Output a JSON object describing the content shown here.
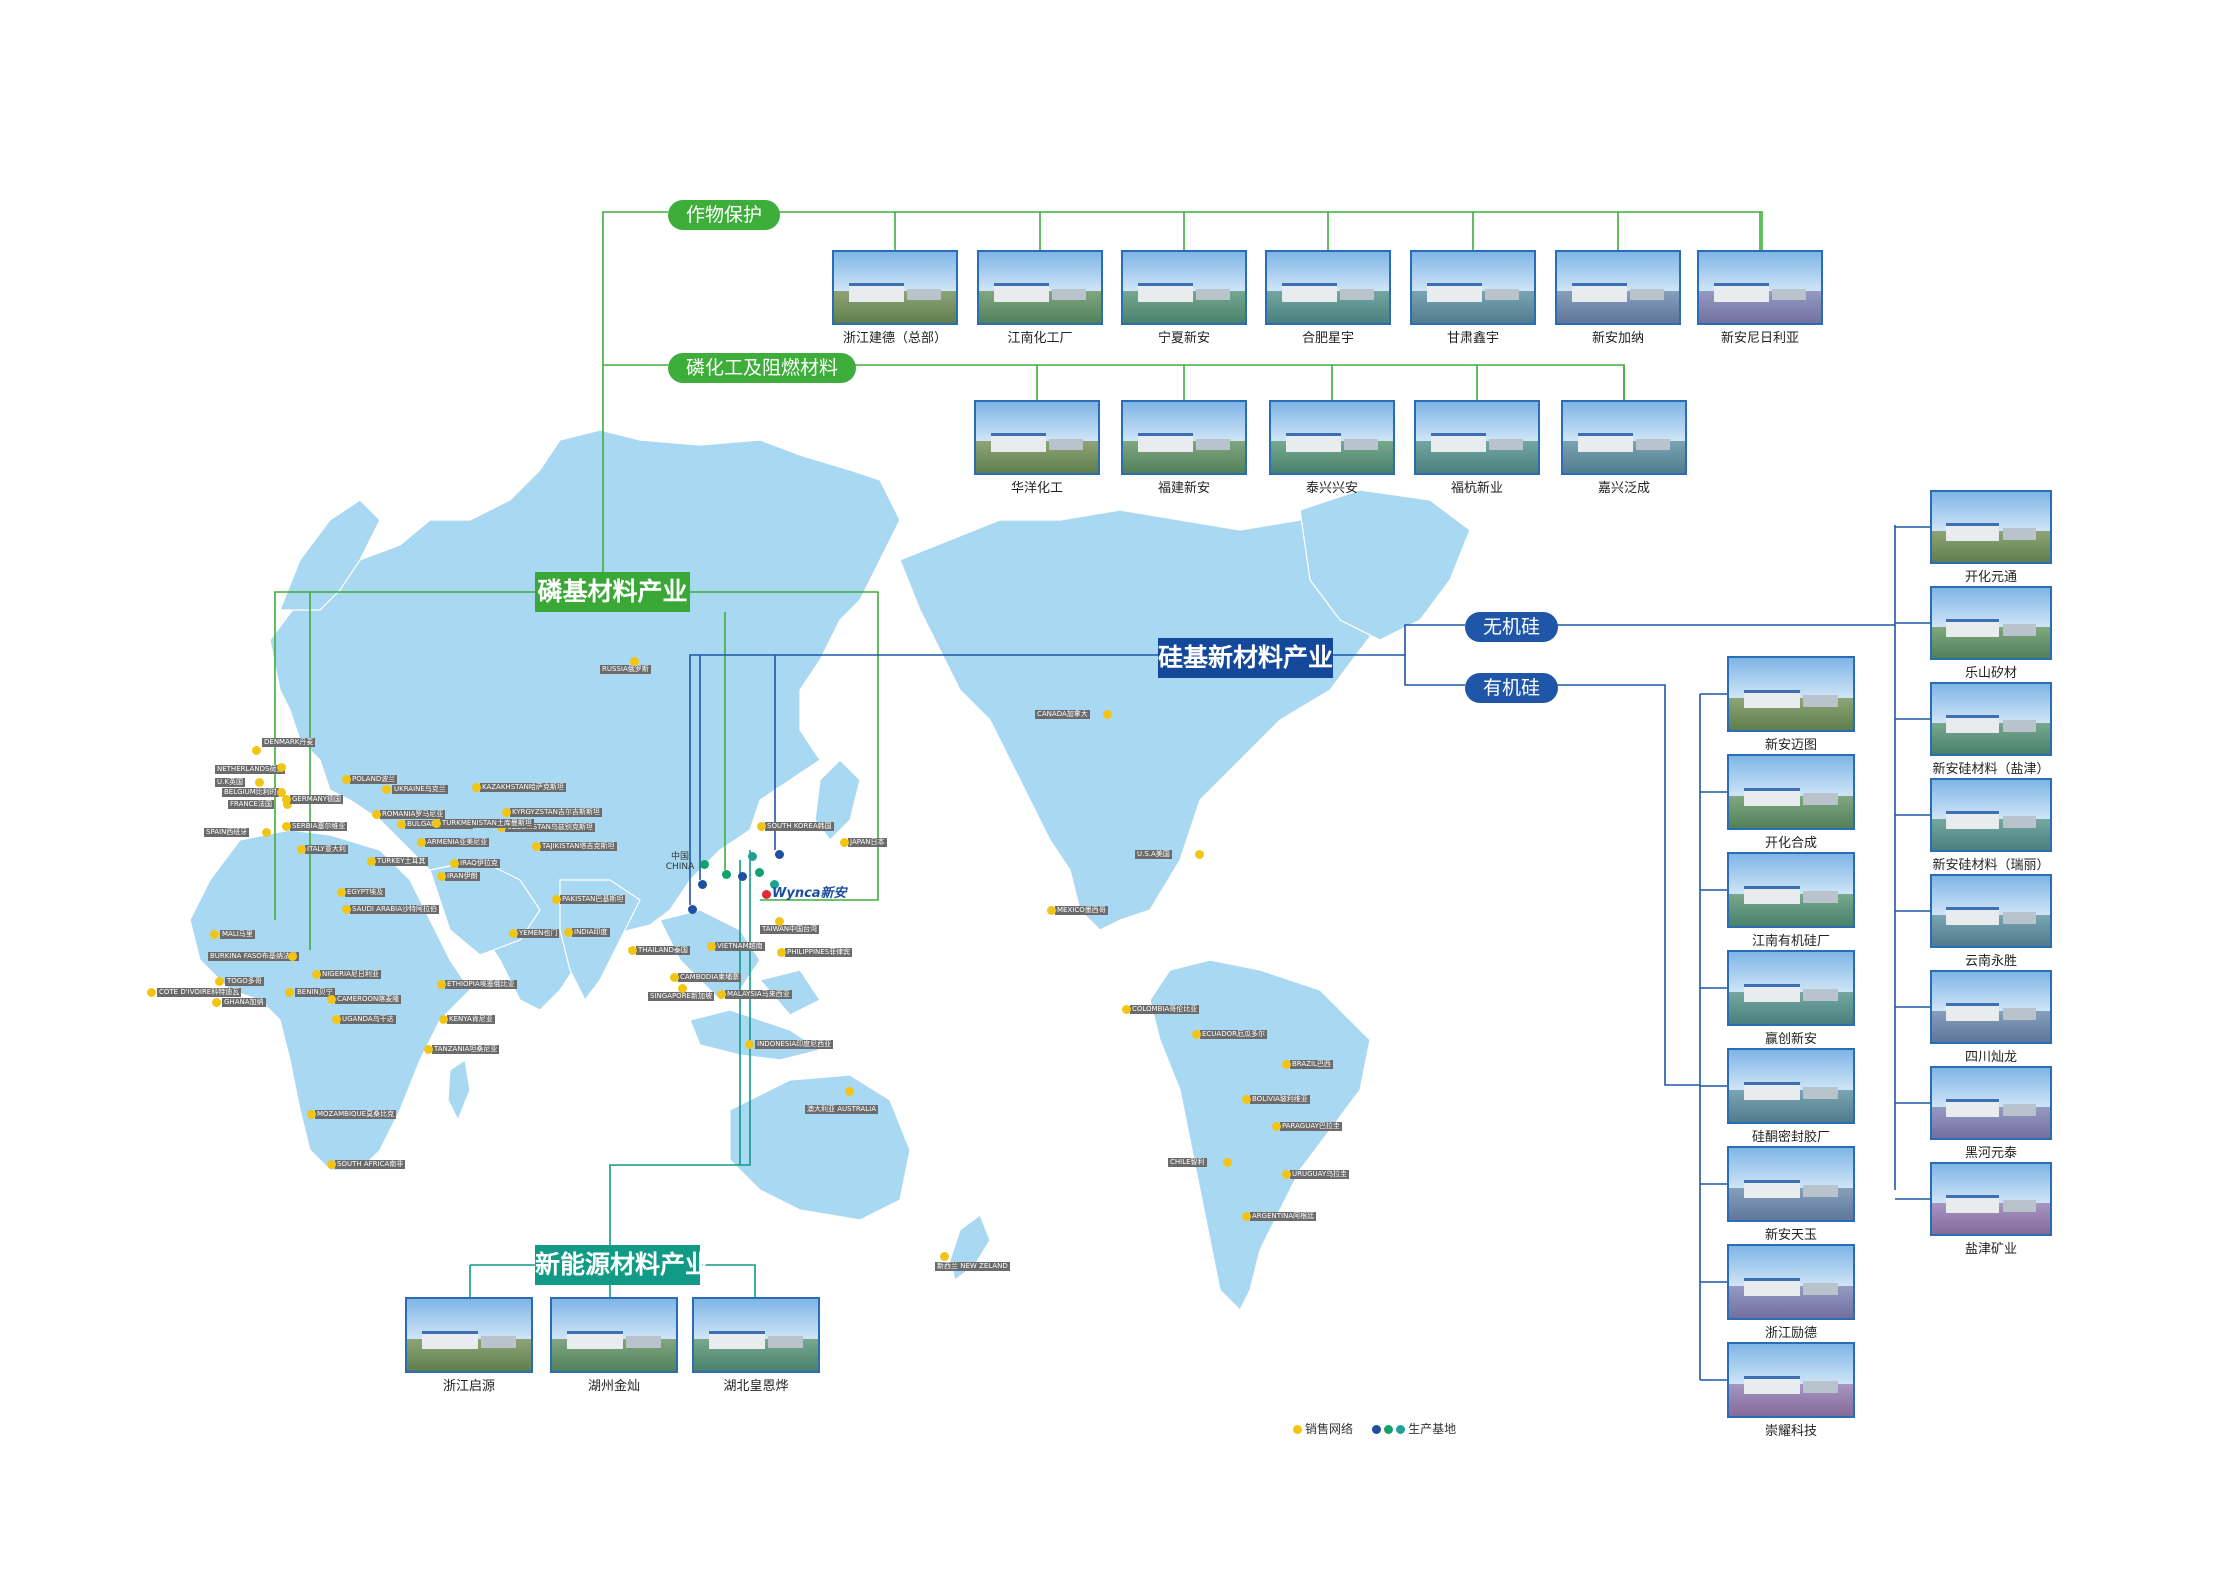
{
  "colors": {
    "green": "#3dae3a",
    "blue": "#1f56a8",
    "teal": "#119a86",
    "map": "#a9d8f2",
    "dot": "#f2c514"
  },
  "headings": {
    "phosphorus": "磷基材料产业",
    "silicon": "硅基新材料产业",
    "new_energy": "新能源材料产业"
  },
  "pills": {
    "crop": "作物保护",
    "phos_chem": "磷化工及阻燃材料",
    "inorganic": "无机硅",
    "organic": "有机硅"
  },
  "crop_sites": [
    "浙江建德（总部）",
    "江南化工厂",
    "宁夏新安",
    "合肥星宇",
    "甘肃鑫宇",
    "新安加纳",
    "新安尼日利亚"
  ],
  "phos_sites": [
    "华洋化工",
    "福建新安",
    "泰兴兴安",
    "福杭新业",
    "嘉兴泛成"
  ],
  "energy_sites": [
    "浙江启源",
    "湖州金灿",
    "湖北皇恩烨"
  ],
  "organic_sites": [
    "新安迈图",
    "开化合成",
    "江南有机硅厂",
    "赢创新安",
    "硅酮密封胶厂",
    "新安天玉",
    "浙江励德",
    "崇耀科技"
  ],
  "inorganic_sites": [
    "开化元通",
    "乐山矽材",
    "新安硅材料（盐津）",
    "新安硅材料（瑞丽）",
    "云南永胜",
    "四川灿龙",
    "黑河元泰",
    "盐津矿业"
  ],
  "brand": {
    "en": "Wynca",
    "cn": "新安"
  },
  "china_label": {
    "cn": "中国",
    "en": "CHINA"
  },
  "countries": [
    "RUSSIA俄罗斯",
    "DENMARK丹麦",
    "NETHERLANDS荷兰",
    "U.K英国",
    "BELGIUM比利时",
    "FRANCE法国",
    "GERMANY德国",
    "SPAIN西班牙",
    "POLAND波兰",
    "UKRAINE乌克兰",
    "ROMANIA罗马尼亚",
    "BULGARIA保加利亚",
    "SERBIA塞尔维亚",
    "ITALY意大利",
    "TURKEY土耳其",
    "ARMENIA亚美尼亚",
    "KAZAKHSTAN哈萨克斯坦",
    "KYRGYZSTAN吉尔吉斯斯坦",
    "UZBEKISTAN乌兹别克斯坦",
    "TAJIKISTAN塔吉克斯坦",
    "TURKMENISTAN土库曼斯坦",
    "IRAQ伊拉克",
    "IRAN伊朗",
    "EGYPT埃及",
    "SAUDI ARABIA沙特阿拉伯",
    "PAKISTAN巴基斯坦",
    "INDIA印度",
    "YEMEN也门",
    "MALI马里",
    "BURKINA FASO布基纳法索",
    "NIGERIA尼日利亚",
    "TOGO多哥",
    "COTE D'IVOIRE科特迪瓦",
    "GHANA加纳",
    "BENIN贝宁",
    "CAMEROON喀麦隆",
    "ETHIOPIA埃塞俄比亚",
    "UGANDA乌干达",
    "KENYA肯尼亚",
    "TANZANIA坦桑尼亚",
    "MOZAMBIQUE莫桑比克",
    "SOUTH AFRICA南非",
    "THAILAND泰国",
    "VIETNAM越南",
    "CAMBODIA柬埔寨",
    "SINGAPORE新加坡",
    "MALAYSIA马来西亚",
    "INDONESIA印度尼西亚",
    "PHILIPPINES菲律宾",
    "TAIWAN中国台湾",
    "SOUTH KOREA韩国",
    "JAPAN日本",
    "澳大利亚 AUSTRALIA",
    "新西兰 NEW ZELAND",
    "CANADA加拿大",
    "U.S.A美国",
    "MEXICO墨西哥",
    "COLOMBIA哥伦比亚",
    "ECUADOR厄瓜多尔",
    "BRAZIL巴西",
    "BOLIVIA玻利维亚",
    "PARAGUAY巴拉圭",
    "CHILE智利",
    "URUGUAY乌拉圭",
    "ARGENTINA阿根廷"
  ],
  "legend": {
    "sales": "销售网络",
    "production": "生产基地"
  }
}
